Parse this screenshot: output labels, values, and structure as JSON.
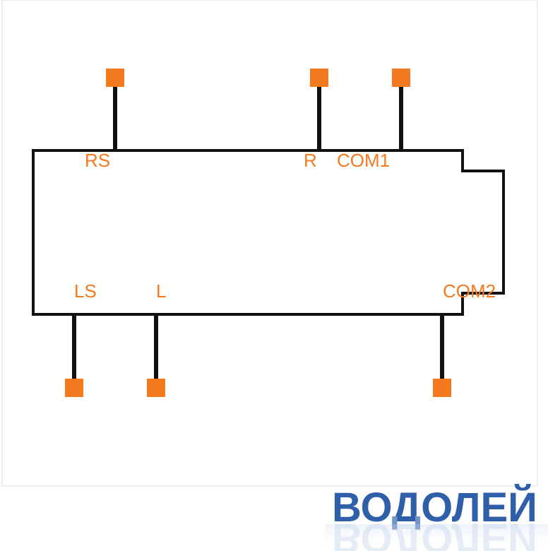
{
  "colors": {
    "line": "#111111",
    "pin": "#f47a1f",
    "label": "#f47a1f",
    "logo": "#2f5fa8",
    "logo_reflection": "#c7d6ec",
    "panel_border": "#eeeeee"
  },
  "pins": {
    "rs": {
      "label": "RS"
    },
    "r": {
      "label": "R"
    },
    "com1": {
      "label": "COM1"
    },
    "ls": {
      "label": "LS"
    },
    "l": {
      "label": "L"
    },
    "com2": {
      "label": "COM2"
    }
  },
  "logo": {
    "text": "ВОДОЛЕЙ"
  }
}
